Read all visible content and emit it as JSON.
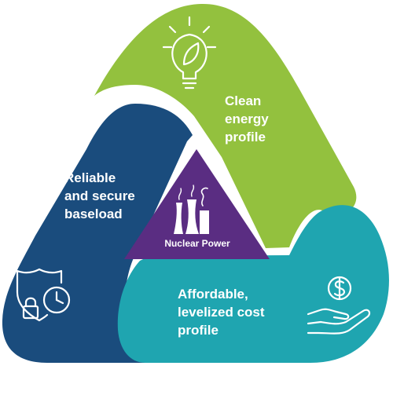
{
  "segments": {
    "clean": {
      "lines": [
        "Clean",
        "energy",
        "profile"
      ],
      "icon": "lightbulb-leaf-icon",
      "color": "#93c13e"
    },
    "reliable": {
      "lines": [
        "Reliable",
        "and secure",
        "baseload"
      ],
      "icon": "shield-clock-lock-icon",
      "color": "#1a4c7d"
    },
    "affordable": {
      "lines": [
        "Affordable,",
        "levelized cost",
        "profile"
      ],
      "icon": "hand-dollar-coin-icon",
      "color": "#1fa5b0"
    }
  },
  "center": {
    "label": "Nuclear Power",
    "icon": "nuclear-plant-icon",
    "color": "#5a2d82"
  }
}
